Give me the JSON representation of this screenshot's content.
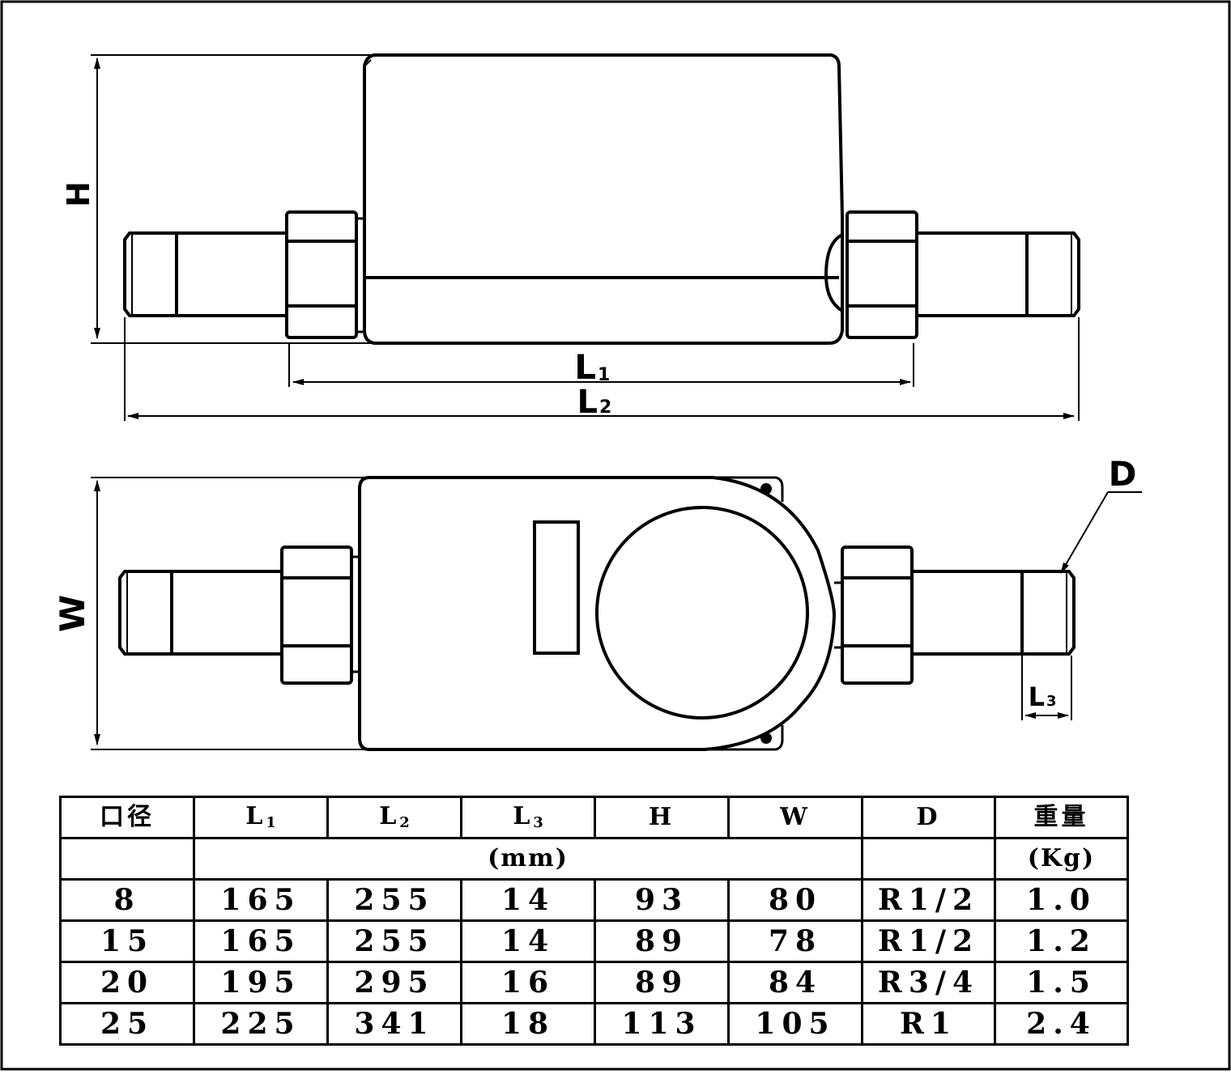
{
  "drawing": {
    "dimensions": {
      "h": "H",
      "w": "W",
      "l1": "L",
      "l1_sub": "1",
      "l2": "L",
      "l2_sub": "2",
      "l3": "L",
      "l3_sub": "3",
      "d": "D"
    }
  },
  "table": {
    "headers": [
      {
        "text": "口径"
      },
      {
        "text": "L",
        "sub": "1"
      },
      {
        "text": "L",
        "sub": "2"
      },
      {
        "text": "L",
        "sub": "3"
      },
      {
        "text": "H"
      },
      {
        "text": "W"
      },
      {
        "text": "D"
      },
      {
        "text": "重量"
      }
    ],
    "unit_mm": "(mm)",
    "unit_kg": "(Kg)",
    "rows": [
      [
        "8",
        "165",
        "255",
        "14",
        "93",
        "80",
        "R1/2",
        "1.0"
      ],
      [
        "15",
        "165",
        "255",
        "14",
        "89",
        "78",
        "R1/2",
        "1.2"
      ],
      [
        "20",
        "195",
        "295",
        "16",
        "89",
        "84",
        "R3/4",
        "1.5"
      ],
      [
        "25",
        "225",
        "341",
        "18",
        "113",
        "105",
        "R1",
        "2.4"
      ]
    ]
  }
}
